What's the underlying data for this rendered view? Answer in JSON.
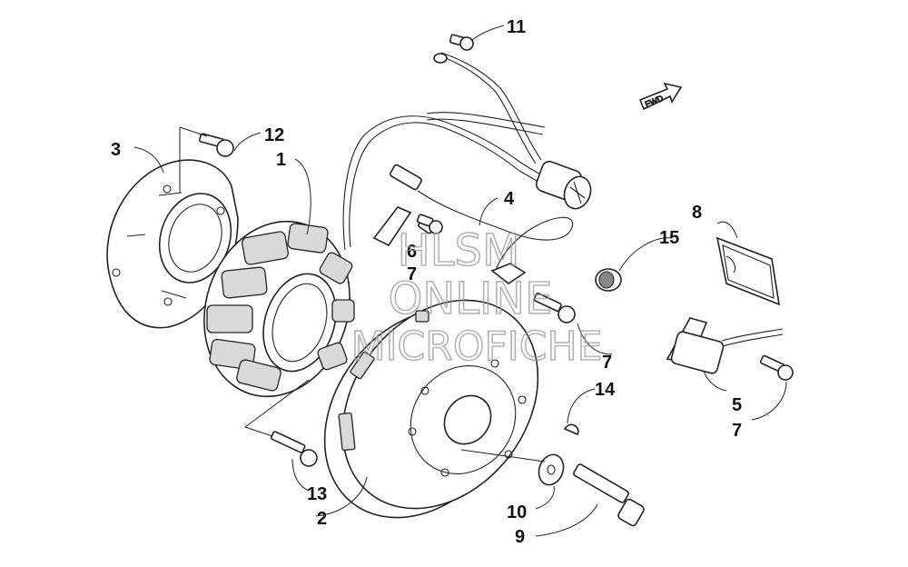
{
  "watermark": {
    "line1": "HLSM",
    "line2": "ONLINE",
    "line3": "MICROFICHE"
  },
  "fwd_arrow": {
    "label": "FWD"
  },
  "callouts": {
    "c1": "1",
    "c2": "2",
    "c3": "3",
    "c4": "4",
    "c5": "5",
    "c6": "6",
    "c7a": "7",
    "c7b": "7",
    "c7c": "7",
    "c8": "8",
    "c9": "9",
    "c10": "10",
    "c11": "11",
    "c12": "12",
    "c13": "13",
    "c14": "14",
    "c15": "15"
  }
}
